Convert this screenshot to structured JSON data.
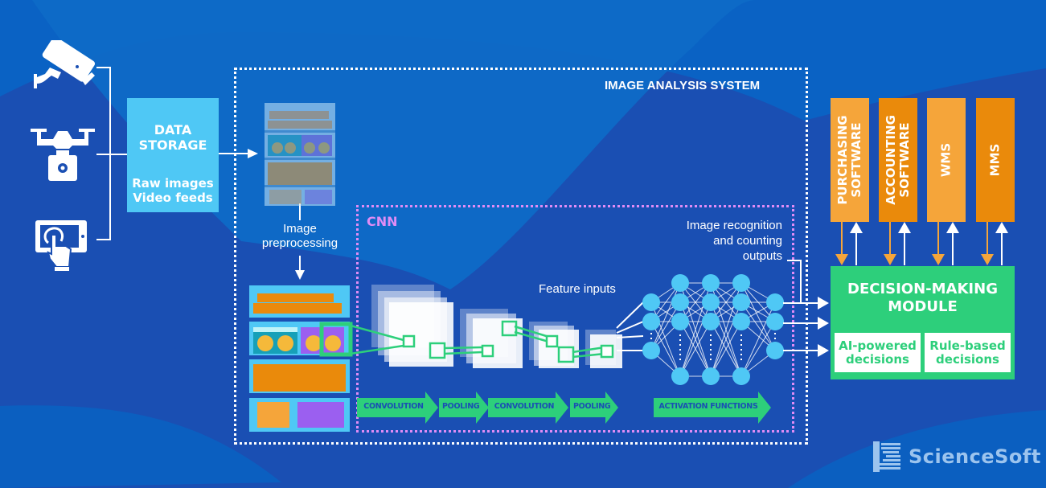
{
  "sources": {
    "items": [
      {
        "icon": "security-camera-icon"
      },
      {
        "icon": "drone-camera-icon"
      },
      {
        "icon": "tablet-touch-icon"
      }
    ]
  },
  "data_storage": {
    "title_line1": "DATA",
    "title_line2": "STORAGE",
    "sub_line1": "Raw images",
    "sub_line2": "Video feeds"
  },
  "image_analysis_system": {
    "title": "IMAGE ANALYSIS SYSTEM",
    "preprocessing_line1": "Image",
    "preprocessing_line2": "preprocessing"
  },
  "cnn": {
    "title": "CNN",
    "feature_inputs": "Feature inputs",
    "outputs_line1": "Image recognition",
    "outputs_line2": "and counting",
    "outputs_line3": "outputs",
    "stages": [
      "CONVOLUTION",
      "POOLING",
      "CONVOLUTION",
      "POOLING",
      "ACTIVATION FUNCTIONS"
    ]
  },
  "systems": [
    {
      "line1": "PURCHASING",
      "line2": "SOFTWARE",
      "color": "#f5a53a"
    },
    {
      "line1": "ACCOUNTING",
      "line2": "SOFTWARE",
      "color": "#ea8a0b"
    },
    {
      "line1": "WMS",
      "line2": "",
      "color": "#f5a53a"
    },
    {
      "line1": "MMS",
      "line2": "",
      "color": "#ea8a0b"
    }
  ],
  "decision_module": {
    "title_line1": "DECISION-MAKING",
    "title_line2": "MODULE",
    "ai_line1": "AI-powered",
    "ai_line2": "decisions",
    "rule_line1": "Rule-based",
    "rule_line2": "decisions"
  },
  "brand": {
    "name": "ScienceSoft"
  },
  "colors": {
    "background": "#1a4fb3",
    "light_blue": "#4fc8f5",
    "green": "#2dcf7b",
    "orange": "#f5a53a",
    "dark_orange": "#ea8a0b",
    "cnn_border": "#e08cf5"
  }
}
